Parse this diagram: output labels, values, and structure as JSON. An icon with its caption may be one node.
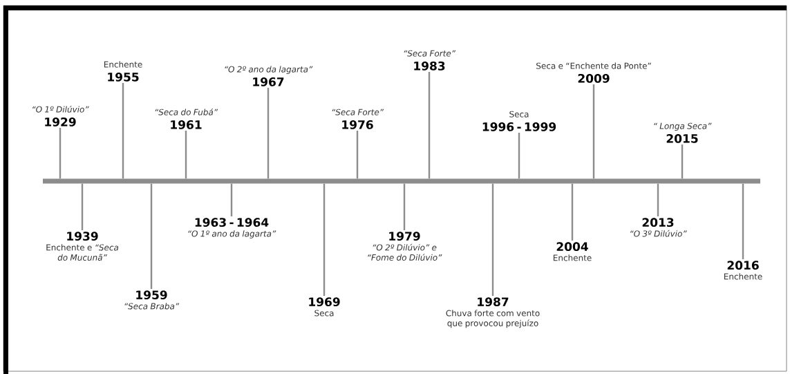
{
  "diagram": {
    "nodes": [
      {
        "text": [],
        "shape": "bar"
      },
      {
        "text": [
          "“O 1º Dilúvio”",
          "1929"
        ]
      },
      {
        "text": [
          "1939",
          "Enchente e *“Seca do Mucunã”*"
        ]
      },
      {
        "text": [
          "Enchente",
          "1955"
        ]
      },
      {
        "text": [
          "1959",
          "“Seca Braba”"
        ]
      },
      {
        "text": [
          "“Seca do Fubá”",
          "1961"
        ]
      },
      {
        "text": [
          "1963 - 1964",
          "“O 1º ano da lagarta”"
        ]
      },
      {
        "text": [
          "“O 2º ano da lagarta”",
          "1967"
        ]
      },
      {
        "text": [
          "1969",
          "Seca"
        ]
      },
      {
        "text": [
          "“Seca Forte”",
          "1976"
        ]
      },
      {
        "text": [
          "1979",
          "*“O 2º Dilúvio”* e *“Fome do Dilúvio”*"
        ]
      },
      {
        "text": [
          "“Seca Forte”",
          "1983"
        ]
      },
      {
        "text": [
          "1987",
          "Chuva forte com vento que provocou prejuízo"
        ]
      },
      {
        "text": [
          "Seca",
          "1996 - 1999"
        ]
      },
      {
        "text": [
          "2004",
          "Enchente"
        ]
      },
      {
        "text": [
          "Seca e “Enchente da Ponte”",
          "2009"
        ]
      },
      {
        "text": [
          "2013",
          "“O 3º Dilúvio”"
        ]
      },
      {
        "text": [
          "“ Longa Seca”",
          "2015"
        ]
      },
      {
        "text": [
          "2016",
          "Enchente"
        ]
      }
    ],
    "edges": [
      {
        "from": 1,
        "to": 0,
        "arrow": "none"
      },
      {
        "from": 2,
        "to": 0,
        "arrow": "none"
      },
      {
        "from": 3,
        "to": 0,
        "arrow": "none"
      },
      {
        "from": 4,
        "to": 0,
        "arrow": "none"
      },
      {
        "from": 5,
        "to": 0,
        "arrow": "none"
      },
      {
        "from": 6,
        "to": 0,
        "arrow": "none"
      },
      {
        "from": 7,
        "to": 0,
        "arrow": "none"
      },
      {
        "from": 8,
        "to": 0,
        "arrow": "none"
      },
      {
        "from": 9,
        "to": 0,
        "arrow": "none"
      },
      {
        "from": 10,
        "to": 0,
        "arrow": "none"
      },
      {
        "from": 11,
        "to": 0,
        "arrow": "none"
      },
      {
        "from": 12,
        "to": 0,
        "arrow": "none"
      },
      {
        "from": 13,
        "to": 0,
        "arrow": "none"
      },
      {
        "from": 14,
        "to": 0,
        "arrow": "none"
      },
      {
        "from": 15,
        "to": 0,
        "arrow": "none"
      },
      {
        "from": 16,
        "to": 0,
        "arrow": "none"
      },
      {
        "from": 17,
        "to": 0,
        "arrow": "none"
      },
      {
        "from": 18,
        "to": 0,
        "arrow": "none"
      }
    ]
  }
}
